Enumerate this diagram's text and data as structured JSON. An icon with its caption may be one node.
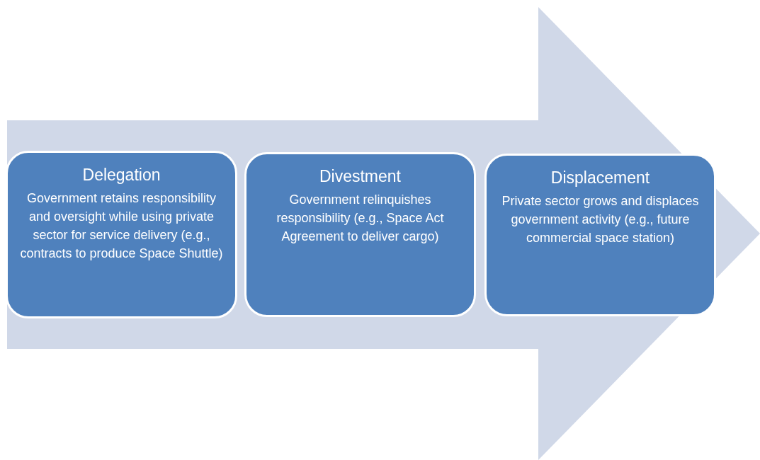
{
  "diagram": {
    "nodes": [
      {
        "text": [
          "Delegation",
          "Government retains responsibility and oversight while using private sector for service delivery (e.g., contracts to produce Space Shuttle)"
        ]
      },
      {
        "text": [
          "Divestment",
          "Government relinquishes responsibility (e.g., Space Act Agreement to deliver cargo)"
        ]
      },
      {
        "text": [
          "Displacement",
          "Private sector grows and displaces government activity (e.g., future commercial space station)"
        ]
      }
    ],
    "edges": []
  }
}
